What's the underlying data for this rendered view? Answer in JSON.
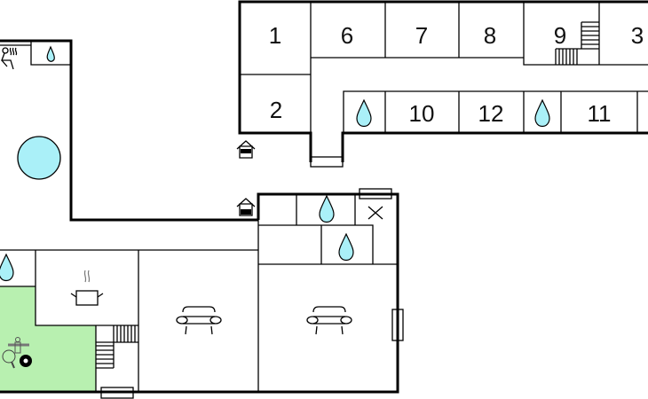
{
  "title": "Floor plan",
  "colors": {
    "water": "#aaf0f8",
    "game_room": "#b8f0b0",
    "wall": "#000000"
  },
  "rooms": [
    {
      "label": "1"
    },
    {
      "label": "6"
    },
    {
      "label": "7"
    },
    {
      "label": "8"
    },
    {
      "label": "9"
    },
    {
      "label": "3"
    },
    {
      "label": "2"
    },
    {
      "label": "10"
    },
    {
      "label": "12"
    },
    {
      "label": "11"
    }
  ],
  "icons": [
    "sauna-icon",
    "bathroom-icon",
    "pool-icon",
    "entrance-icon",
    "kitchen-icon",
    "sofa-icon",
    "game-room-icon",
    "stairs-icon",
    "fireplace-icon"
  ]
}
